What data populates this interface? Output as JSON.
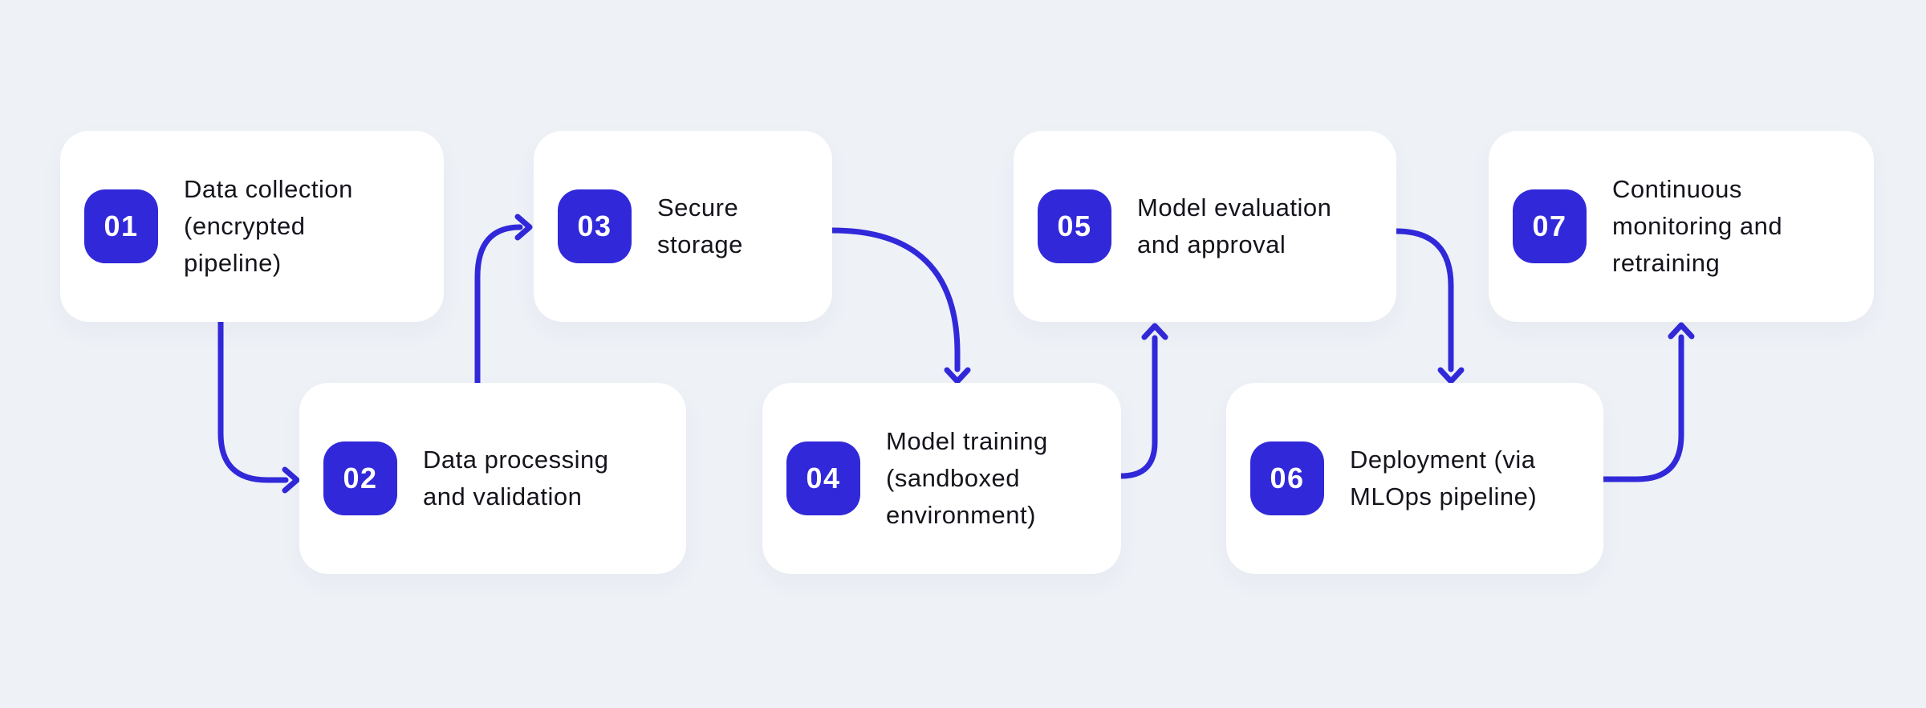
{
  "canvas": {
    "background": "#eef1f6"
  },
  "colors": {
    "accent": "#3129d9",
    "card_background": "#ffffff",
    "text": "#14141c",
    "badge_text": "#ffffff"
  },
  "steps": [
    {
      "number": "01",
      "label": "Data collection\n(encrypted\npipeline)"
    },
    {
      "number": "02",
      "label": "Data processing\nand validation"
    },
    {
      "number": "03",
      "label": "Secure storage"
    },
    {
      "number": "04",
      "label": "Model training\n(sandboxed\nenvironment)"
    },
    {
      "number": "05",
      "label": "Model evaluation\nand approval"
    },
    {
      "number": "06",
      "label": "Deployment (via\nMLOps pipeline)"
    },
    {
      "number": "07",
      "label": "Continuous\nmonitoring and\nretraining"
    }
  ],
  "connections": [
    {
      "from": "01",
      "to": "02"
    },
    {
      "from": "02",
      "to": "03"
    },
    {
      "from": "03",
      "to": "04"
    },
    {
      "from": "04",
      "to": "05"
    },
    {
      "from": "05",
      "to": "06"
    },
    {
      "from": "06",
      "to": "07"
    }
  ]
}
